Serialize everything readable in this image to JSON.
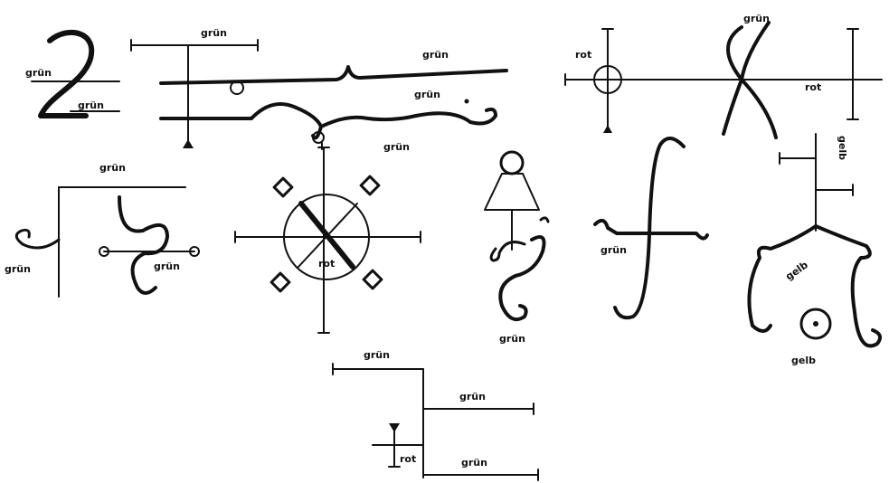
{
  "colors": {
    "ink": "#111111",
    "paper": "#ffffff"
  },
  "sigil_2": {
    "label_left": "grün",
    "label_right": "grün"
  },
  "sigil_wave": {
    "label_top": "grün",
    "label_brace": "grün",
    "label_mid": "grün",
    "label_bottom": "grün"
  },
  "sigil_circle_cross": {
    "label_left": "rot",
    "label_top": "grün",
    "label_right": "rot"
  },
  "sigil_hook": {
    "label_top": "grün",
    "label_left": "grün",
    "label_right": "grün"
  },
  "sigil_wheel": {
    "label_center": "rot"
  },
  "sigil_trapezoid": {
    "label": "grün"
  },
  "sigil_integral": {
    "label": "grün"
  },
  "sigil_tree": {
    "label_top": "gelb",
    "label_mid": "gelb",
    "label_bottom": "gelb"
  },
  "sigil_ladder": {
    "label_top": "grün",
    "label_mid": "grün",
    "label_left": "rot",
    "label_bottom": "grün"
  }
}
